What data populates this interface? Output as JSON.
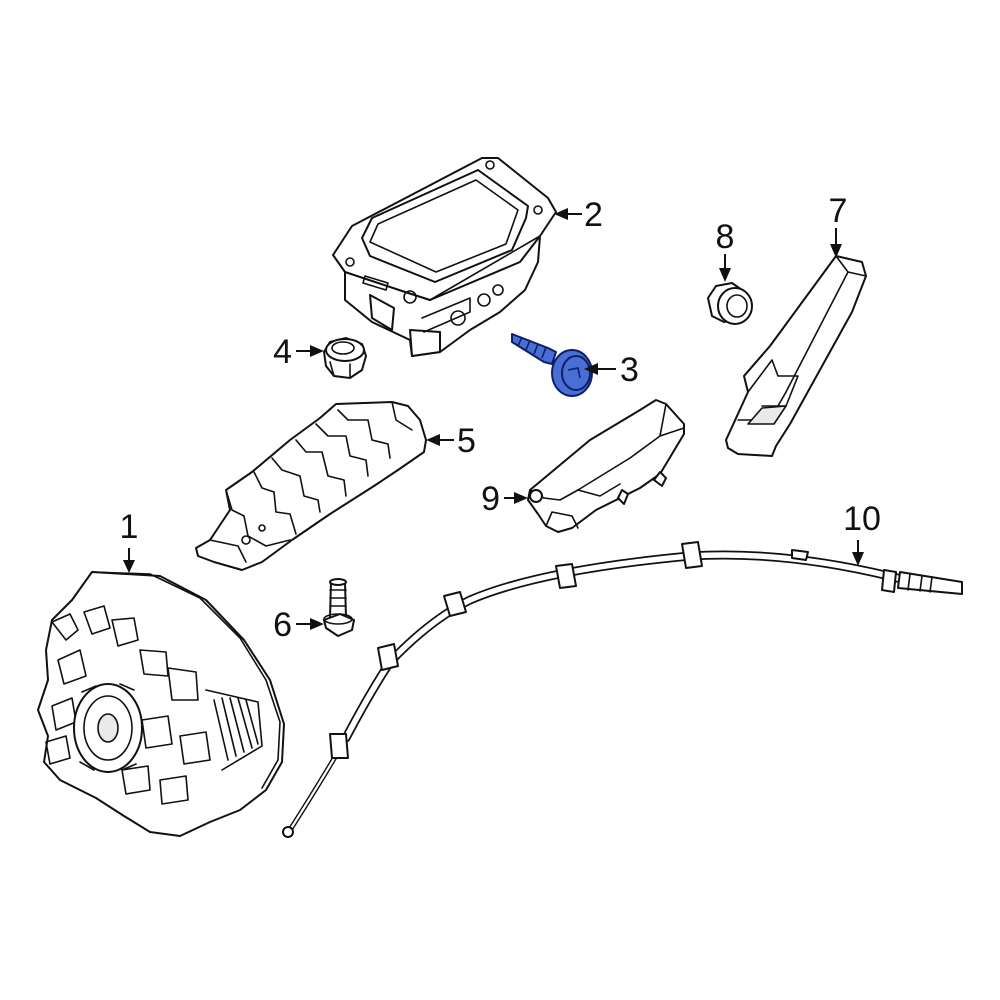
{
  "diagram": {
    "highlight_color": "#4a6fd4",
    "callouts": [
      {
        "id": "1",
        "label": "1"
      },
      {
        "id": "2",
        "label": "2"
      },
      {
        "id": "3",
        "label": "3"
      },
      {
        "id": "4",
        "label": "4"
      },
      {
        "id": "5",
        "label": "5"
      },
      {
        "id": "6",
        "label": "6"
      },
      {
        "id": "7",
        "label": "7"
      },
      {
        "id": "8",
        "label": "8"
      },
      {
        "id": "9",
        "label": "9"
      },
      {
        "id": "10",
        "label": "10"
      }
    ],
    "highlighted_callout": "3"
  }
}
